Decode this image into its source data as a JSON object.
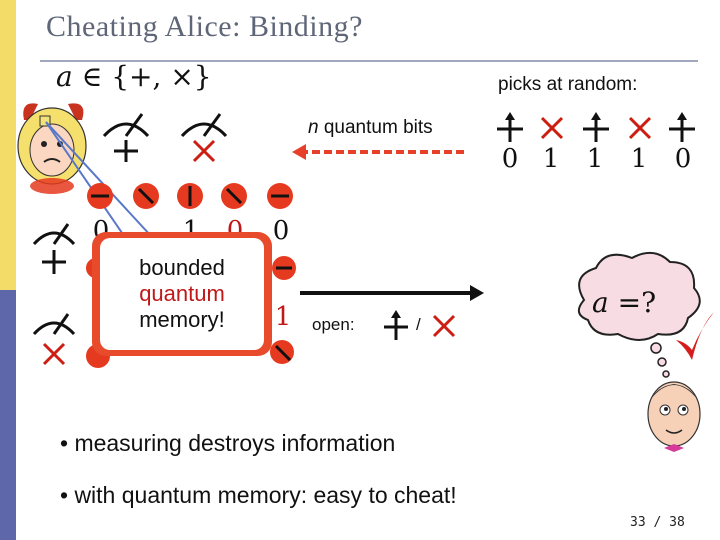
{
  "slide": {
    "title": "Cheating Alice: Binding?",
    "formula": {
      "variable": "a",
      "set": "∈ {+, ×}"
    },
    "picks_label": "picks at random:",
    "quantum_bits_label": {
      "n": "n",
      "rest": "quantum bits"
    },
    "bits_right": [
      "0",
      "1",
      "1",
      "1",
      "0"
    ],
    "bases_right": [
      "plus",
      "times",
      "plus",
      "times",
      "plus"
    ],
    "alice_row_values": [
      "0",
      "1",
      "0",
      "0"
    ],
    "alice_row2_value": "1",
    "note": {
      "line1": "bounded",
      "line2": "quantum",
      "line3": "memory!"
    },
    "open_label": "open:",
    "slash": "/",
    "thought": {
      "variable": "a",
      "rest": "=?"
    },
    "bullets": [
      "• measuring destroys information",
      "• with quantum memory: easy to cheat!"
    ],
    "page_number": "33 / 38",
    "colors": {
      "sidebar_top": "#f3dd68",
      "sidebar_bottom": "#5d67a9",
      "title": "#5e6678",
      "marker_fill": "#e63a20",
      "check": "#d61c1c"
    }
  }
}
